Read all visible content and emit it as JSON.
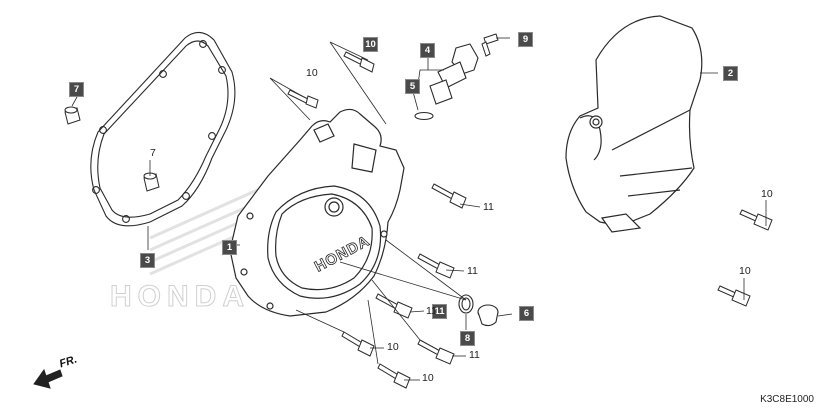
{
  "diagram": {
    "callouts": [
      {
        "text": "1",
        "boxed": true
      },
      {
        "text": "2",
        "boxed": true
      },
      {
        "text": "3",
        "boxed": true
      },
      {
        "text": "4",
        "boxed": true
      },
      {
        "text": "5",
        "boxed": true
      },
      {
        "text": "6",
        "boxed": true
      },
      {
        "text": "7",
        "boxed": true
      },
      {
        "text": "7",
        "boxed": false
      },
      {
        "text": "8",
        "boxed": true
      },
      {
        "text": "9",
        "boxed": true
      },
      {
        "text": "10",
        "boxed": true
      },
      {
        "text": "10",
        "boxed": false
      },
      {
        "text": "10",
        "boxed": false
      },
      {
        "text": "10",
        "boxed": false
      },
      {
        "text": "10",
        "boxed": false
      },
      {
        "text": "10",
        "boxed": false
      },
      {
        "text": "11",
        "boxed": false
      },
      {
        "text": "11",
        "boxed": false
      },
      {
        "text": "11",
        "boxed": true
      },
      {
        "text": "11",
        "boxed": false
      },
      {
        "text": "11",
        "boxed": false
      }
    ],
    "cover_logo_text": "HONDA",
    "watermark_text": "HONDA",
    "direction_label": "FR.",
    "diagram_code": "K3C8E1000"
  },
  "colors": {
    "line": "#2a2a2a",
    "callout_box": "#4a4a4a",
    "callout_box_text": "#ffffff",
    "watermark": "#d6d6d6"
  }
}
